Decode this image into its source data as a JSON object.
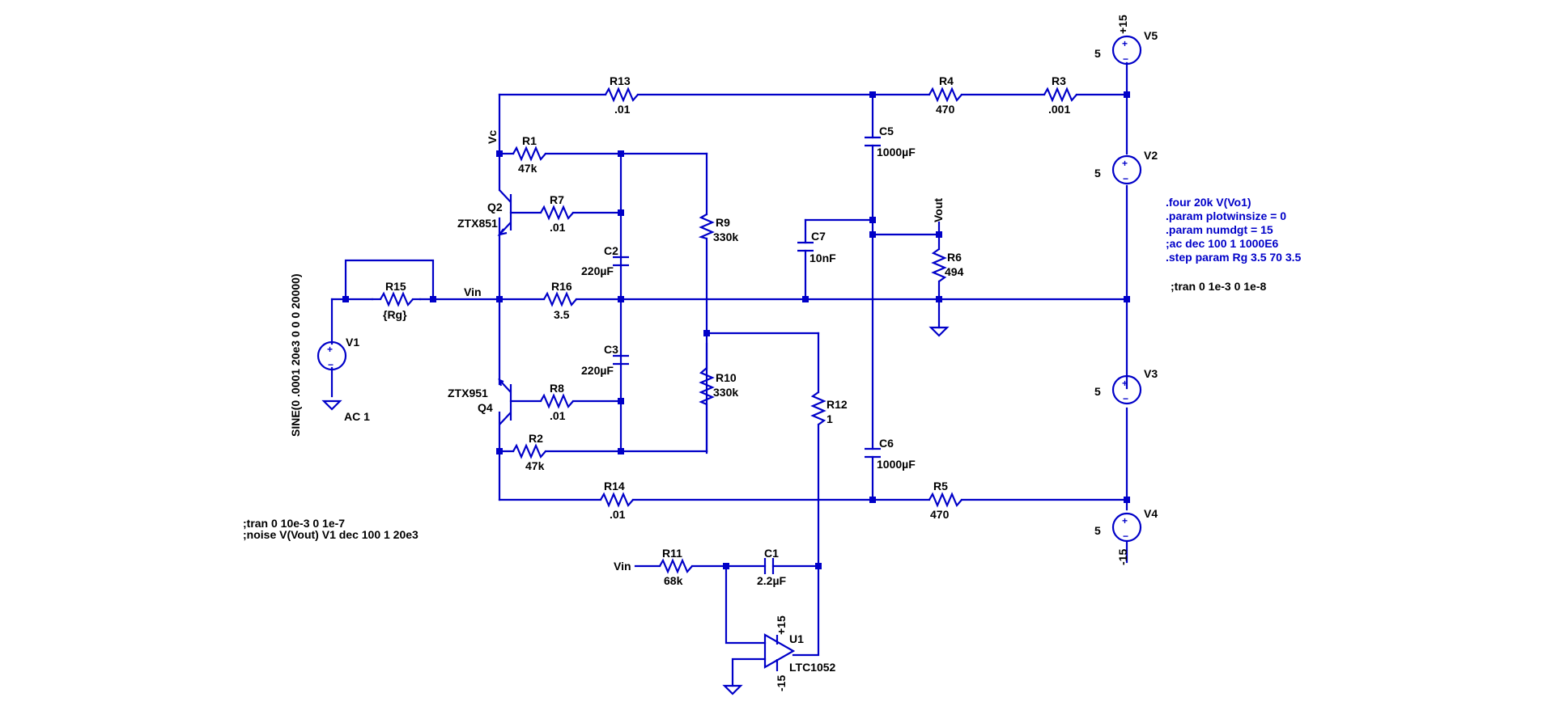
{
  "diagram": {
    "wire_color": "#0000c8",
    "label_color": "#000000",
    "directive_color": "#0000c8",
    "components": {
      "R1": {
        "name": "R1",
        "value": "47k"
      },
      "R2": {
        "name": "R2",
        "value": "47k"
      },
      "R3": {
        "name": "R3",
        "value": ".001"
      },
      "R4": {
        "name": "R4",
        "value": "470"
      },
      "R5": {
        "name": "R5",
        "value": "470"
      },
      "R6": {
        "name": "R6",
        "value": "494"
      },
      "R7": {
        "name": "R7",
        "value": ".01"
      },
      "R8": {
        "name": "R8",
        "value": ".01"
      },
      "R9": {
        "name": "R9",
        "value": "330k"
      },
      "R10": {
        "name": "R10",
        "value": "330k"
      },
      "R11": {
        "name": "R11",
        "value": "68k"
      },
      "R12": {
        "name": "R12",
        "value": "1"
      },
      "R13": {
        "name": "R13",
        "value": ".01"
      },
      "R14": {
        "name": "R14",
        "value": ".01"
      },
      "R15": {
        "name": "R15",
        "value": "{Rg}"
      },
      "R16": {
        "name": "R16",
        "value": "3.5"
      },
      "C1": {
        "name": "C1",
        "value": "2.2µF"
      },
      "C2": {
        "name": "C2",
        "value": "220µF"
      },
      "C3": {
        "name": "C3",
        "value": "220µF"
      },
      "C5": {
        "name": "C5",
        "value": "1000µF"
      },
      "C6": {
        "name": "C6",
        "value": "1000µF"
      },
      "C7": {
        "name": "C7",
        "value": "10nF"
      },
      "Q2": {
        "name": "Q2",
        "value": "ZTX851"
      },
      "Q4": {
        "name": "Q4",
        "value": "ZTX951"
      },
      "U1": {
        "name": "U1",
        "value": "LTC1052",
        "vplus": "+15",
        "vminus": "-15"
      },
      "V1": {
        "name": "V1",
        "value": "SINE(0 .0001 20e3 0 0 0 20000)",
        "ac": "AC 1"
      },
      "V2": {
        "name": "V2",
        "value": "5"
      },
      "V3": {
        "name": "V3",
        "value": "5"
      },
      "V4": {
        "name": "V4",
        "value": "5",
        "rail": "-15"
      },
      "V5": {
        "name": "V5",
        "value": "5",
        "rail": "+15"
      }
    },
    "nets": {
      "vin": "Vin",
      "vin2": "Vin",
      "vc": "Vc",
      "vout": "Vout"
    },
    "directives": {
      "four": ".four 20k V(Vo1)",
      "plotwinsize": ".param plotwinsize = 0",
      "numdgt": ".param numdgt = 15",
      "ac": ";ac dec 100 1 1000E6",
      "step": ".step param Rg 3.5 70 3.5",
      "tran_right": ";tran 0 1e-3 0 1e-8",
      "tran_left": ";tran 0 10e-3 0 1e-7",
      "noise": ";noise V(Vout) V1 dec 100 1 20e3"
    }
  }
}
